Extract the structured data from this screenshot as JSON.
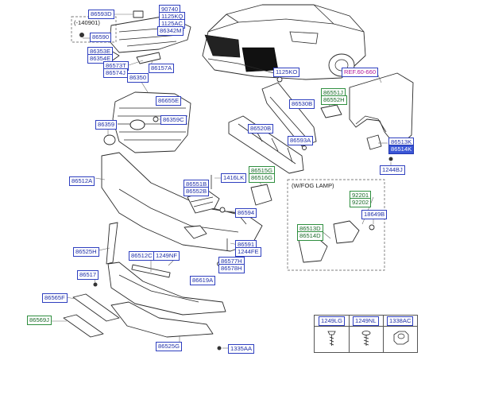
{
  "labels": {
    "p86593D": "86593D",
    "p90740": "90740",
    "p1125KQ": "1125KQ",
    "p1125AC": "1125AC",
    "p86342M": "86342M",
    "p86590": "86590",
    "p86353E": "86353E",
    "p86354E": "86354E",
    "p86573T": "86573T",
    "p86574J": "86574J",
    "p86157A": "86157A",
    "p86350": "86350",
    "p86655E": "86655E",
    "p86359C": "86359C",
    "p86359": "86359",
    "p1125KO": "1125KO",
    "p86551J": "86551J",
    "p86552H": "86552H",
    "p86530B": "86530B",
    "p86520B": "86520B",
    "p86593A": "86593A",
    "pREF": "REF.60-660",
    "p86513K": "86513K",
    "p86514K": "86514K",
    "p1244BJ": "1244BJ",
    "p86512A": "86512A",
    "p86515G": "86515G",
    "p86516G": "86516G",
    "p1416LK": "1416LK",
    "p86551B": "86551B",
    "p86552B": "86552B",
    "p86594": "86594",
    "p92201": "92201",
    "p92202": "92202",
    "p18649B": "18649B",
    "p86513D": "86513D",
    "p86514D": "86514D",
    "p86591": "86591",
    "p1244FE": "1244FE",
    "p86525H": "86525H",
    "p86512C": "86512C",
    "p1249NF": "1249NF",
    "p86577H": "86577H",
    "p86578H": "86578H",
    "p86517": "86517",
    "p86619A": "86619A",
    "p86565F": "86565F",
    "p86569J": "86569J",
    "p86525G": "86525G",
    "p1335AA": "1335AA",
    "p1249LG": "1249LG",
    "p1249NL": "1249NL",
    "p1338AC": "1338AC"
  },
  "notes": {
    "variant_date": "(-140901)",
    "fog_lamp": "(W/FOG LAMP)"
  },
  "colors": {
    "label_text": "#1f2fa8",
    "label_border": "#2e3fbf",
    "green_label": "#1b6a2a",
    "ref_label": "#b0189a",
    "highlight_fill": "#3a56d6"
  }
}
